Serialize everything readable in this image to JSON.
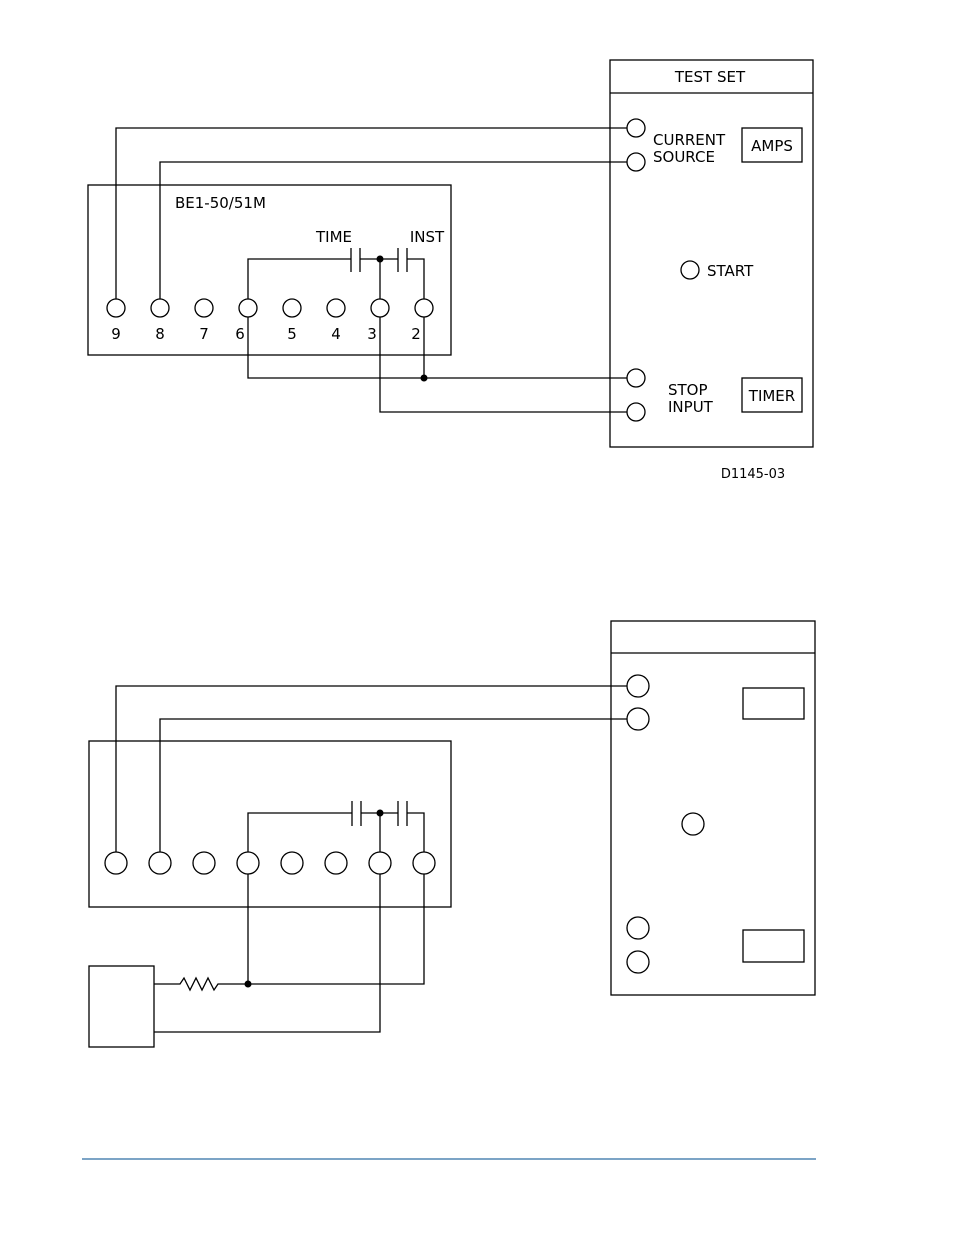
{
  "figure1": {
    "test_set_title": "TEST SET",
    "current_label_1": "CURRENT",
    "current_label_2": "SOURCE",
    "amps_label": "AMPS",
    "start_label": "START",
    "stop_label_1": "STOP",
    "stop_label_2": "INPUT",
    "timer_label": "TIMER",
    "relay_label": "BE1-50/51M",
    "time_contact_label": "TIME",
    "inst_contact_label": "INST",
    "terminal_numbers": [
      "9",
      "8",
      "7",
      "6",
      "5",
      "4",
      "3",
      "2"
    ],
    "drawing_number": "D1145-03"
  },
  "figure2": {
    "terminal_count": 8
  },
  "colors": {
    "line": "#000000",
    "rule": "#2e6da4"
  }
}
